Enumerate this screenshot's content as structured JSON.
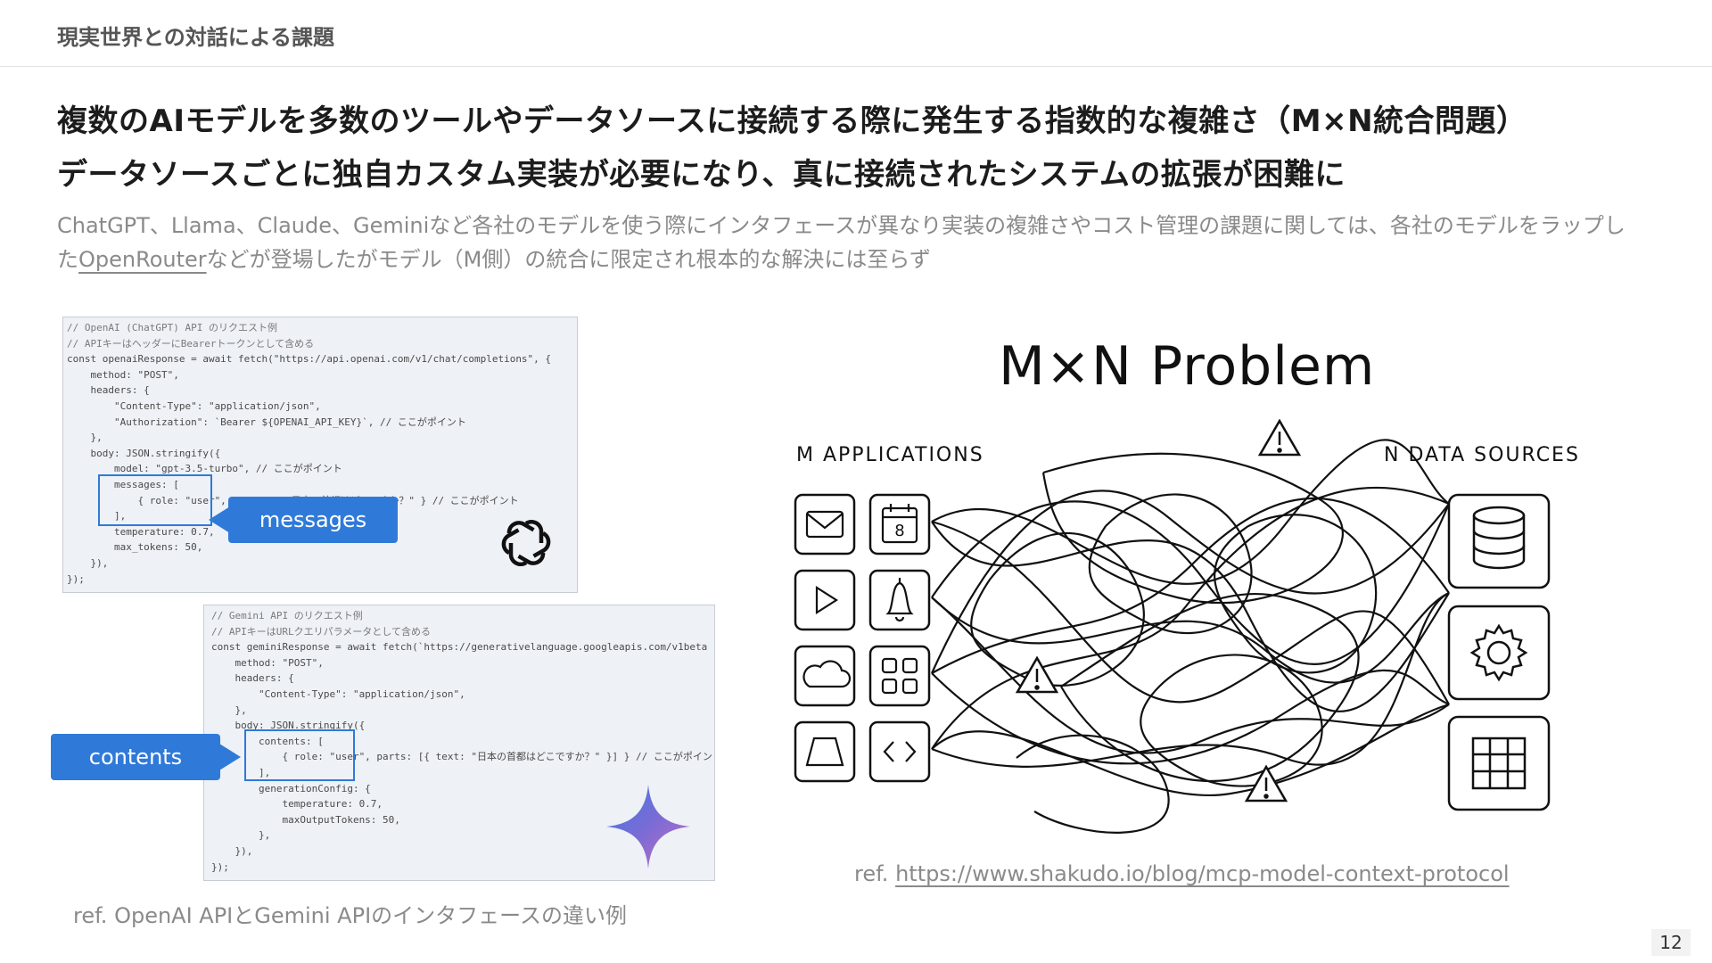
{
  "header": {
    "title": "現実世界との対話による課題"
  },
  "headlines": [
    "複数のAIモデルを多数のツールやデータソースに接続する際に発生する指数的な複雑さ（M×N統合問題）",
    "データソースごとに独自カスタム実装が必要になり、真に接続されたシステムの拡張が困難に"
  ],
  "body": {
    "line1": "ChatGPT、Llama、Claude、Geminiなど各社のモデルを使う際にインタフェースが異なり実装の複雑さやコスト管理の課題に関しては、各社のモデルをラップし",
    "line2_prefix": "た",
    "line2_link": "OpenRouter",
    "line2_suffix": "などが登場したがモデル（M側）の統合に限定され根本的な解決には至らず"
  },
  "openai_code": [
    "// OpenAI (ChatGPT) API のリクエスト例",
    "// APIキーはヘッダーにBearerトークンとして含める",
    "const openaiResponse = await fetch(\"https://api.openai.com/v1/chat/completions\", {",
    "    method: \"POST\",",
    "    headers: {",
    "        \"Content-Type\": \"application/json\",",
    "        \"Authorization\": `Bearer ${OPENAI_API_KEY}`, // ここがポイント",
    "    },",
    "    body: JSON.stringify({",
    "        model: \"gpt-3.5-turbo\", // ここがポイント",
    "        messages: [",
    "            { role: \"user\", content: \"日本の首都はどこですか？\" } // ここがポイント",
    "        ],",
    "        temperature: 0.7,",
    "        max_tokens: 50,",
    "    }),",
    "});"
  ],
  "gemini_code": [
    "// Gemini API のリクエスト例",
    "// APIキーはURLクエリパラメータとして含める",
    "const geminiResponse = await fetch(`https://generativelanguage.googleapis.com/v1beta",
    "    method: \"POST\",",
    "    headers: {",
    "        \"Content-Type\": \"application/json\",",
    "    },",
    "    body: JSON.stringify({",
    "        contents: [",
    "            { role: \"user\", parts: [{ text: \"日本の首都はどこですか？\" }] } // ここがポイント",
    "        ],",
    "        generationConfig: {",
    "            temperature: 0.7,",
    "            maxOutputTokens: 50,",
    "        },",
    "    }),",
    "});"
  ],
  "callouts": {
    "messages": "messages",
    "contents": "contents"
  },
  "ref_left": "ref. OpenAI APIとGemini APIのインタフェースの違い例",
  "diagram": {
    "title": "M×N Problem",
    "left_label": "M APPLICATIONS",
    "right_label": "N DATA SOURCES",
    "app_icons": [
      "mail-icon",
      "calendar-icon",
      "play-icon",
      "bell-icon",
      "cloud-icon",
      "grid-icon",
      "triangle-icon",
      "code-icon"
    ],
    "calendar_day": "8",
    "source_icons": [
      "database-icon",
      "gear-icon",
      "table-icon"
    ]
  },
  "ref_right": {
    "prefix": "ref. ",
    "url": "https://www.shakudo.io/blog/mcp-model-context-protocol"
  },
  "page_number": "12",
  "colors": {
    "accent": "#2f7ad9",
    "text_gray": "#8a8a8a"
  }
}
